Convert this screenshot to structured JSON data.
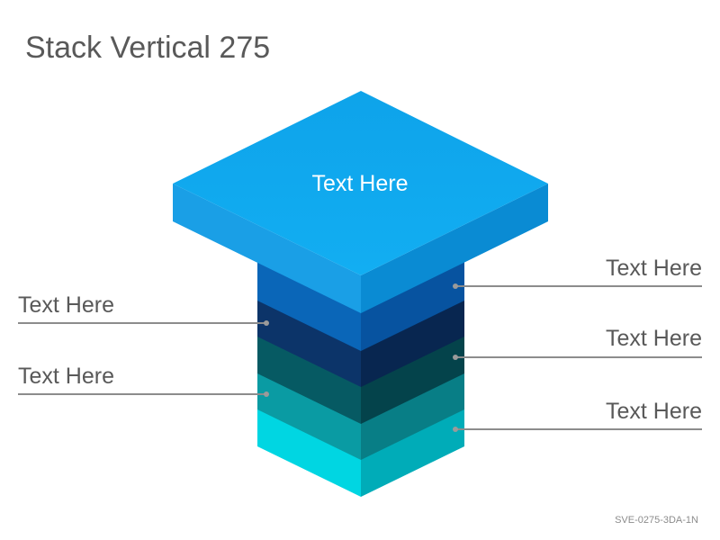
{
  "title": "Stack Vertical 275",
  "code": "SVE-0275-3DA-1N",
  "top_label": "Text Here",
  "labels": [
    {
      "side": "right",
      "text": "Text Here"
    },
    {
      "side": "left",
      "text": "Text Here"
    },
    {
      "side": "right",
      "text": "Text Here"
    },
    {
      "side": "left",
      "text": "Text Here"
    },
    {
      "side": "right",
      "text": "Text Here"
    }
  ],
  "colors": {
    "top_face": "#10a7ee",
    "layer_1": "#0a63b4",
    "layer_2": "#0c2f5e",
    "layer_3": "#06525c",
    "layer_4": "#08939a",
    "layer_5": "#06d4e0",
    "leader": "#8c8c8c"
  }
}
